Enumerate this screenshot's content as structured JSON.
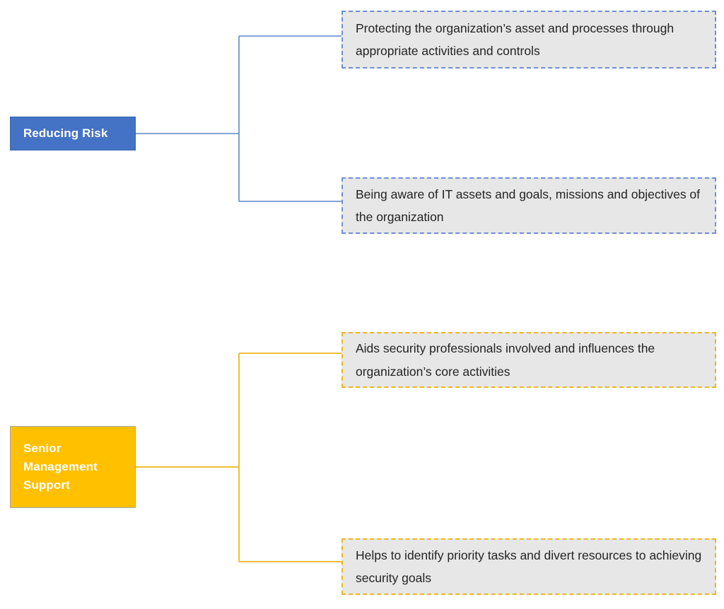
{
  "diagram": {
    "type": "two-level-branching-tree",
    "colors": {
      "blue_node_fill": "#4472C4",
      "blue_connector": "#5B86C9",
      "blue_box_border": "#6F8FCF",
      "yellow_node_fill": "#FFC000",
      "yellow_connector": "#F0BE35",
      "yellow_box_border": "#E8B820",
      "leaf_fill": "#E7E7E7",
      "leaf_text": "#242424",
      "node_text": "#FFFFFF",
      "background": "#FFFFFF"
    },
    "branches": [
      {
        "id": "reducing-risk",
        "accent": "blue",
        "root_label": "Reducing Risk",
        "root_label_lines": [
          "Reducing Risk"
        ],
        "leaves": [
          "Protecting the organization’s asset and processes through appropriate activities and controls",
          "Being aware of IT assets and goals, missions and objectives of the organization"
        ]
      },
      {
        "id": "senior-management-support",
        "accent": "yellow",
        "root_label": "Senior Management Support",
        "root_label_lines": [
          "Senior",
          "Management",
          "Support"
        ],
        "leaves": [
          "Aids security professionals involved and influences the organization’s core activities",
          "Helps to identify priority tasks and divert resources to achieving security goals"
        ]
      }
    ]
  }
}
